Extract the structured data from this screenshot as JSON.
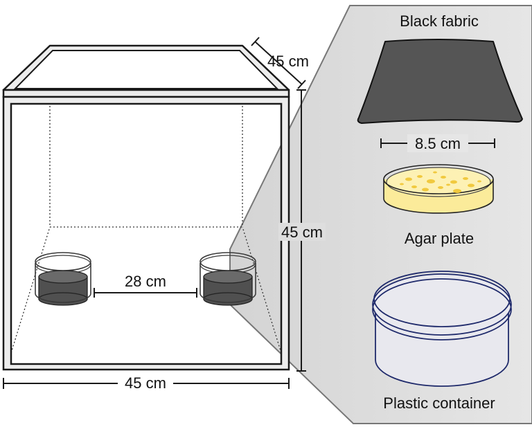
{
  "labels": {
    "depth": "45 cm",
    "height": "45 cm",
    "width": "45 cm",
    "spacing": "28 cm",
    "fabric_width": "8.5 cm",
    "black_fabric": "Black fabric",
    "agar_plate": "Agar plate",
    "plastic_container": "Plastic container"
  },
  "colors": {
    "frame": "#ededed",
    "outline": "#1a1a1a",
    "panel": "#dcdcdc",
    "fabric": "#555555",
    "agar": "#fbeb9a",
    "agar_dots": "#f1c93e",
    "container_stroke": "#1f2a6b"
  }
}
